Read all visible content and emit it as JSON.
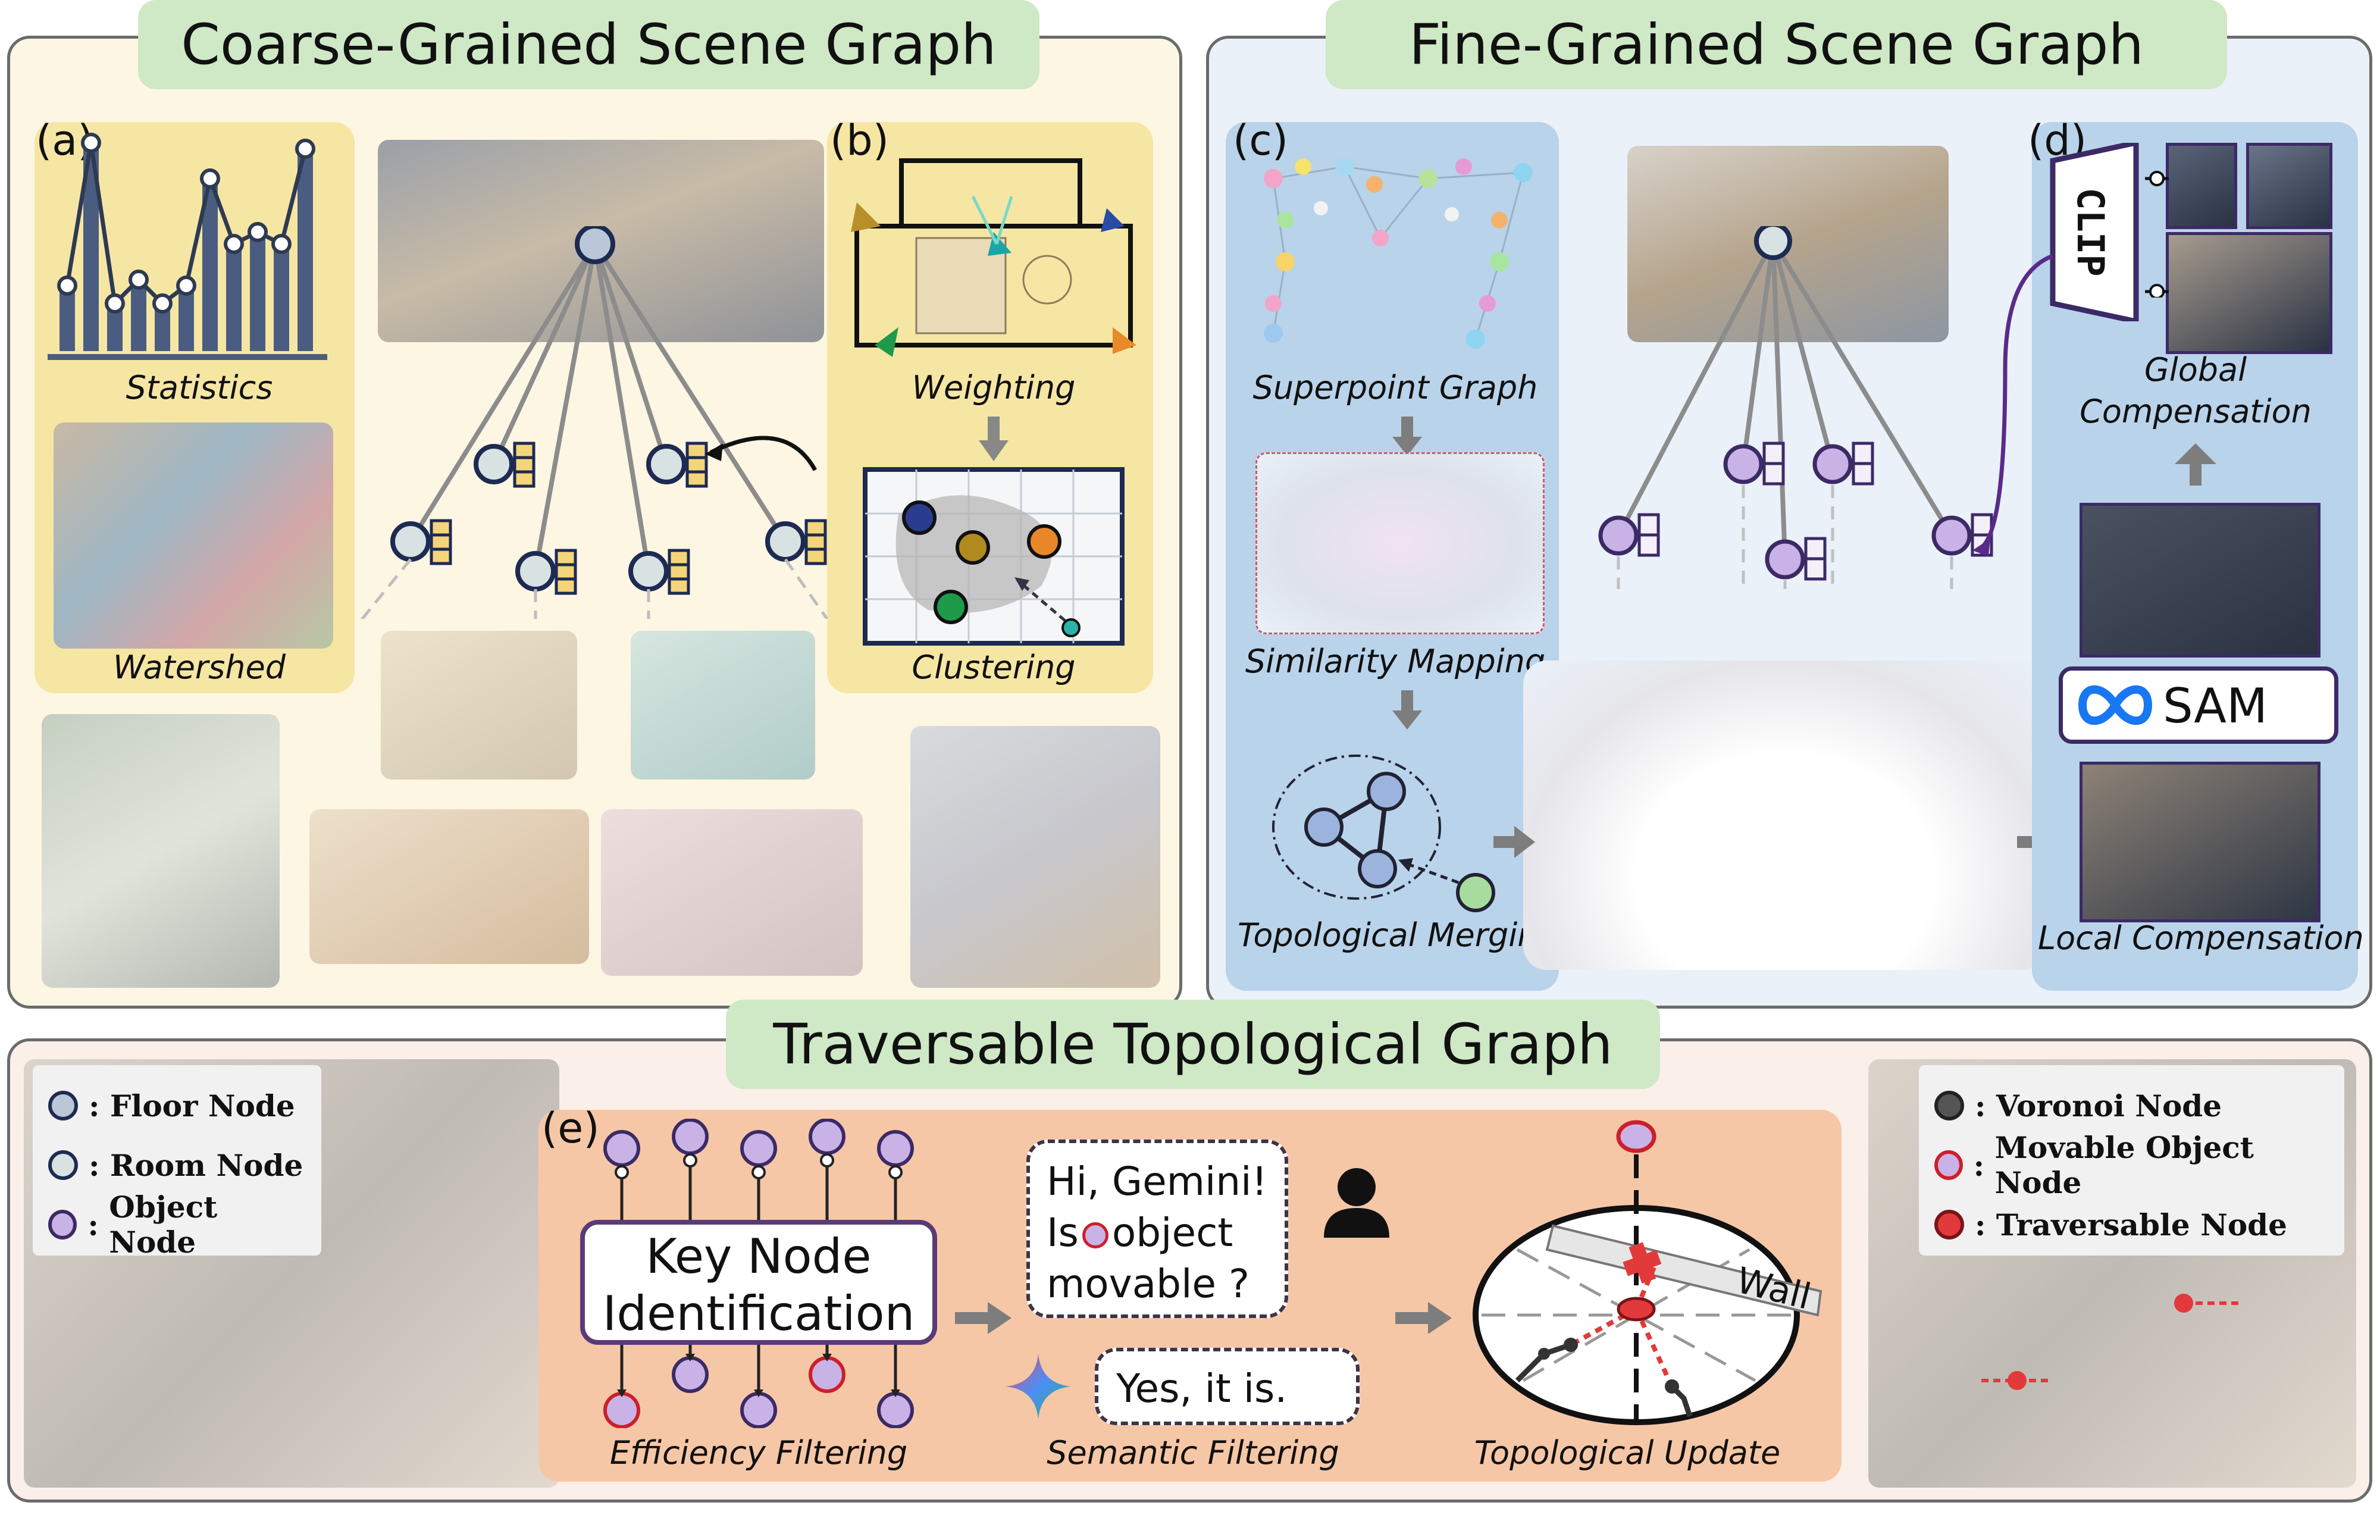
{
  "panels": {
    "coarse": {
      "title": "Coarse-Grained Scene Graph"
    },
    "fine": {
      "title": "Fine-Grained Scene Graph"
    },
    "traversable": {
      "title": "Traversable Topological Graph"
    }
  },
  "coarse": {
    "sub_a": {
      "tag": "(a)",
      "captions": [
        "Statistics",
        "Watershed"
      ]
    },
    "sub_b": {
      "tag": "(b)",
      "captions": [
        "Weighting",
        "Clustering"
      ]
    }
  },
  "fine": {
    "sub_c": {
      "tag": "(c)",
      "captions": [
        "Superpoint Graph",
        "Similarity Mapping",
        "Topological Merging"
      ]
    },
    "sub_d": {
      "tag": "(d)",
      "captions": [
        "Global",
        "Compensation",
        "Local Compensation"
      ],
      "clip_label": "CLIP",
      "sam_label": "SAM"
    }
  },
  "traversable": {
    "legend_left": [
      "Floor Node",
      "Room Node",
      "Object Node"
    ],
    "legend_right": [
      "Voronoi Node",
      "Movable Object Node",
      "Traversable Node"
    ],
    "legend_prefix": ":",
    "sub_e": {
      "tag": "(e)",
      "key_node_lines": [
        "Key Node",
        "Identification"
      ],
      "question_lines": [
        "Hi, Gemini!",
        "Is",
        "object",
        "movable ?"
      ],
      "answer": "Yes, it is.",
      "wall_label": "Wall",
      "captions": [
        "Efficiency Filtering",
        "Semantic Filtering",
        "Topological Update"
      ]
    }
  },
  "colors": {
    "floor_node": "#b9c7d6",
    "room_node": "#d8e2e2",
    "object_node": "#c9b3e6",
    "voronoi_node": "#555555",
    "movable_node": "#c9b3e6",
    "traversable_node": "#e23a3a",
    "coarse_bg": "#fdf6e3",
    "fine_bg": "#eaf1f9",
    "trav_bg": "#fbf0e9",
    "sub_yellow": "#f6e6a4",
    "sub_blue": "#b9d3ea",
    "sub_orange": "#f6c7a6",
    "title_green": "#cfe8c6"
  }
}
